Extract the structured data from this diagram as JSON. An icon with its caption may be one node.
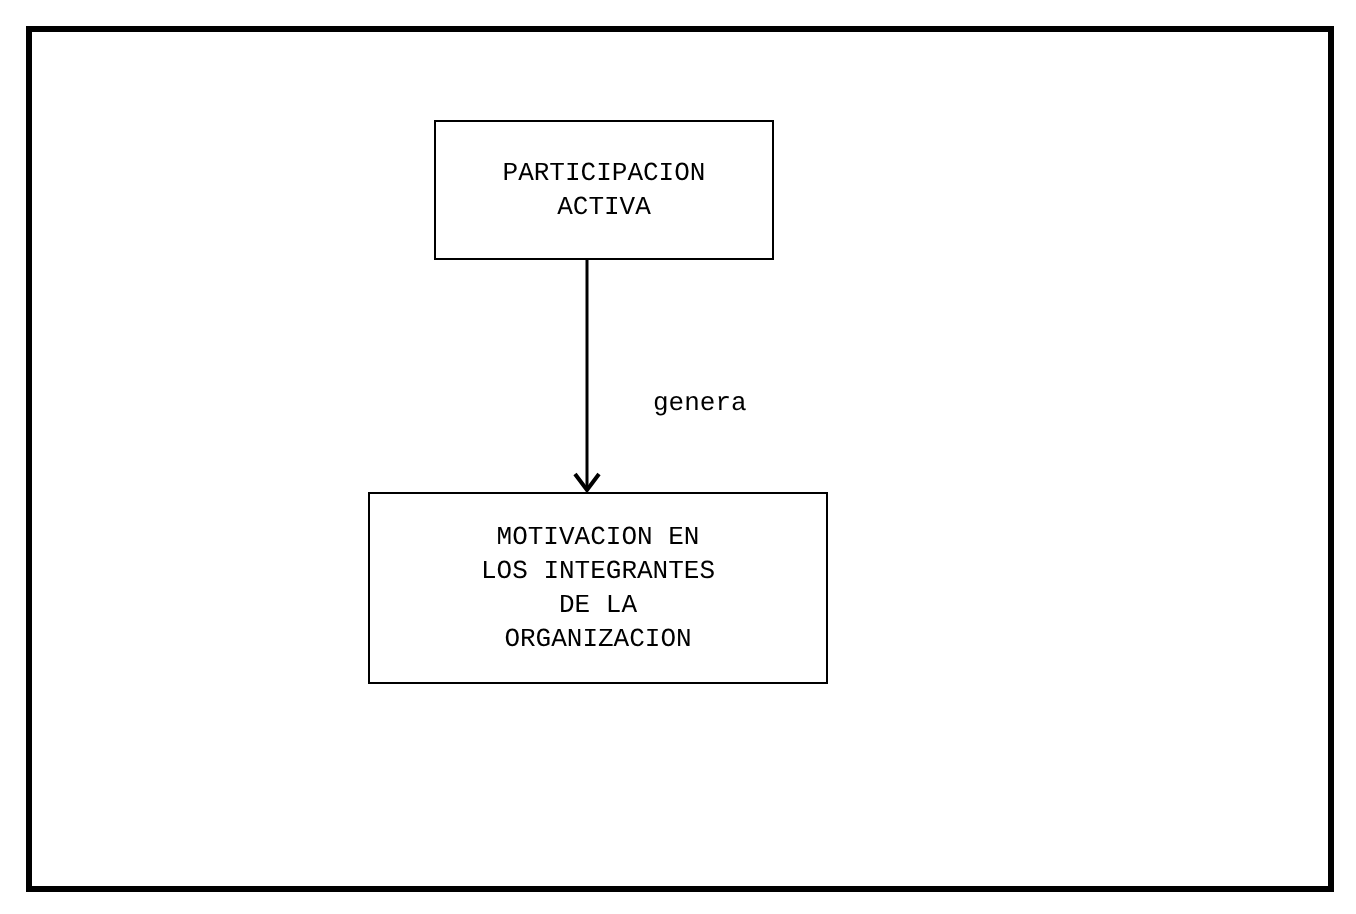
{
  "diagram": {
    "nodes": [
      {
        "text": [
          "PARTICIPACION ACTIVA"
        ]
      },
      {
        "text": [
          "MOTIVACION EN LOS INTEGRANTES DE LA ORGANIZACION"
        ]
      }
    ],
    "edges": [
      {
        "from": 0,
        "to": 1,
        "arrow": "to",
        "label": "genera"
      }
    ]
  }
}
